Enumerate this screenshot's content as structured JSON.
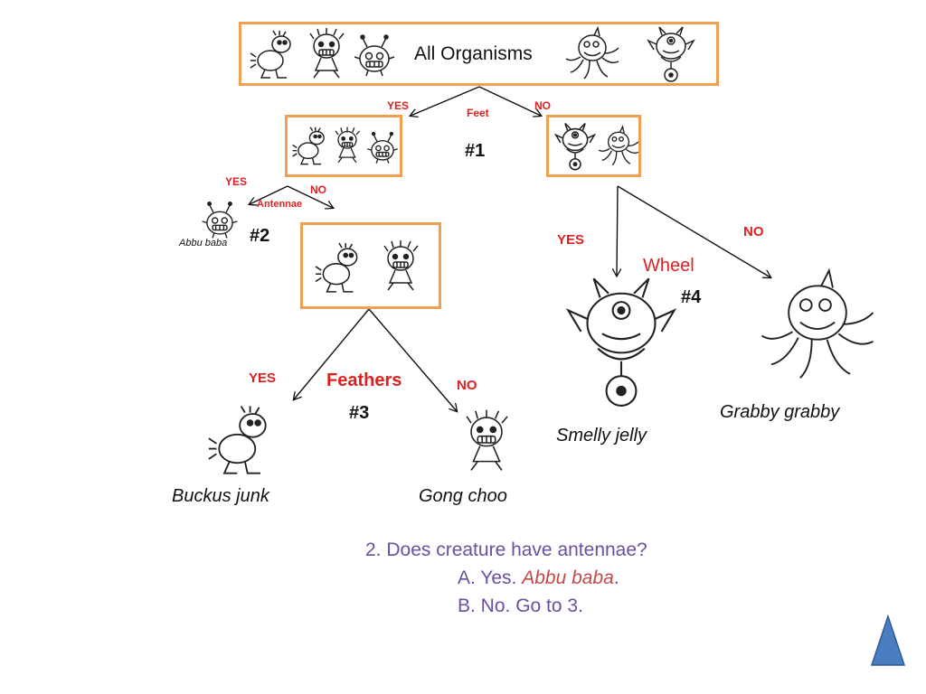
{
  "root": {
    "title": "All Organisms"
  },
  "split1": {
    "yes": "YES",
    "no": "NO",
    "trait": "Feet",
    "step": "#1"
  },
  "split2": {
    "yes": "YES",
    "no": "NO",
    "trait": "Antennae",
    "step": "#2",
    "creature": "Abbu baba"
  },
  "split3": {
    "yes": "YES",
    "no": "NO",
    "trait": "Feathers",
    "step": "#3",
    "yes_creature": "Buckus junk",
    "no_creature": "Gong choo"
  },
  "split4": {
    "yes": "YES",
    "no": "NO",
    "trait": "Wheel",
    "step": "#4",
    "yes_creature": "Smelly jelly",
    "no_creature": "Grabby grabby"
  },
  "question": {
    "line1": "2. Does creature have antennae?",
    "a_prefix": "A. Yes. ",
    "a_name": "Abbu baba",
    "a_suffix": ".",
    "b": "B. No. Go to 3."
  },
  "colors": {
    "box_border": "#f0a050",
    "label_red": "#e02020",
    "question": "#6b4fa0",
    "nav": "#4a7cc0"
  },
  "icons": [
    "bird-creature-icon",
    "shaggy-creature-icon",
    "antenna-creature-icon",
    "octopus-creature-icon",
    "wheel-creature-icon",
    "triangle-up-icon"
  ]
}
